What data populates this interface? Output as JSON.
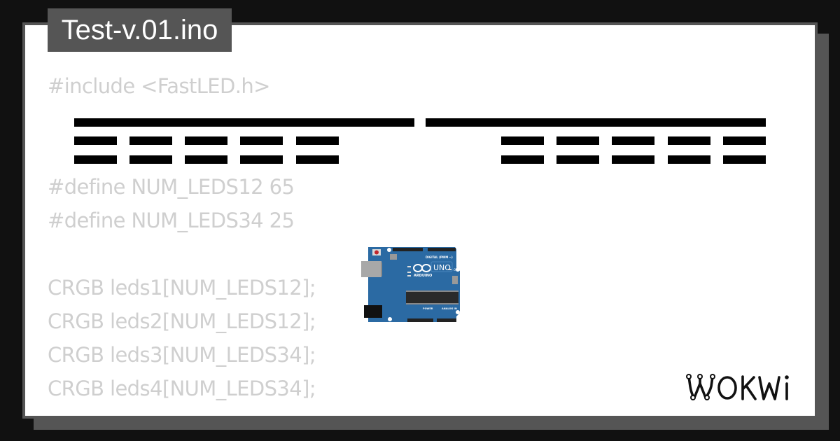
{
  "title": "Test-v.01.ino",
  "code_lines": [
    "#include <FastLED.h>",
    "#define NUM_LEDS12 65",
    "#define NUM_LEDS34 25",
    "CRGB leds1[NUM_LEDS12];",
    "CRGB leds2[NUM_LEDS12];",
    "CRGB leds3[NUM_LEDS34];",
    "CRGB leds4[NUM_LEDS34];"
  ],
  "arduino": {
    "model_label": "UNO",
    "brand_label": "ARDUINO",
    "digital_label": "DIGITAL (PWM ~)",
    "power_label": "POWER",
    "analog_label": "ANALOG IN",
    "on_label": "ON",
    "board_color": "#2b6aa3"
  },
  "logo": {
    "text": "WOKWI"
  },
  "colors": {
    "background": "#111111",
    "card": "#ffffff",
    "frame": "#555555",
    "code_text": "#cfcfcf",
    "led_strip": "#000000"
  }
}
